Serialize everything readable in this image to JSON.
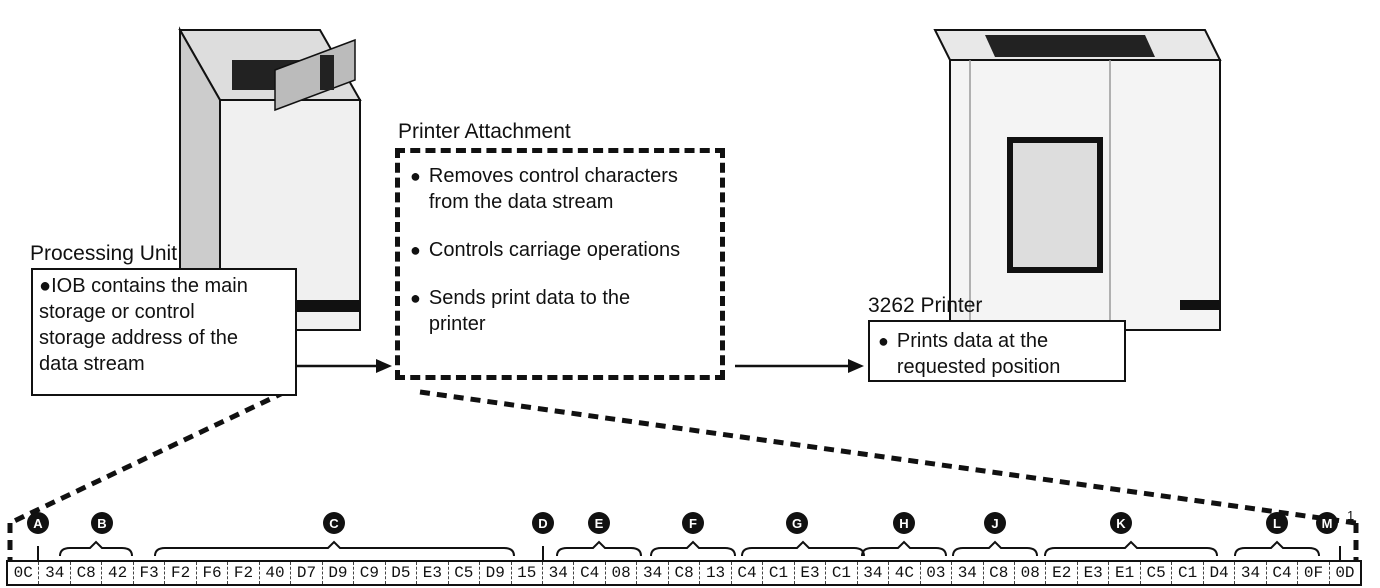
{
  "processing_unit": {
    "title": "Processing Unit",
    "lines": [
      "●IOB contains the main",
      "storage or control",
      "storage address of the",
      "data stream"
    ]
  },
  "printer_attachment": {
    "title": "Printer Attachment",
    "items": [
      {
        "bullet": "●",
        "lines": [
          "Removes control characters",
          "from the data stream"
        ]
      },
      {
        "bullet": "●",
        "lines": [
          "Controls carriage operations"
        ]
      },
      {
        "bullet": "●",
        "lines": [
          "Sends print data to the",
          "printer"
        ]
      }
    ]
  },
  "printer": {
    "title": "3262 Printer",
    "bullet": "●",
    "lines": [
      "Prints data at the",
      "requested position"
    ]
  },
  "markers": [
    "A",
    "B",
    "C",
    "D",
    "E",
    "F",
    "G",
    "H",
    "J",
    "K",
    "L",
    "M"
  ],
  "footnote": "1",
  "data_stream": [
    "0C",
    "34",
    "C8",
    "42",
    "F3",
    "F2",
    "F6",
    "F2",
    "40",
    "D7",
    "D9",
    "C9",
    "D5",
    "E3",
    "C5",
    "D9",
    "15",
    "34",
    "C4",
    "08",
    "34",
    "C8",
    "13",
    "C4",
    "C1",
    "E3",
    "C1",
    "34",
    "4C",
    "03",
    "34",
    "C8",
    "08",
    "E2",
    "E3",
    "E1",
    "C5",
    "C1",
    "D4",
    "34",
    "C4",
    "0F",
    "0D"
  ]
}
